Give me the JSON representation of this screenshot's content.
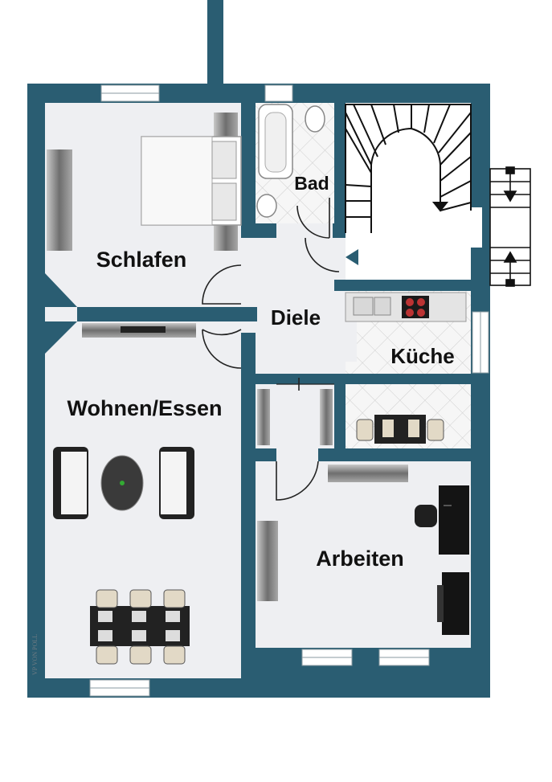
{
  "rooms": {
    "schlafen": "Schlafen",
    "bad": "Bad",
    "diele": "Diele",
    "kueche": "Küche",
    "wohnen": "Wohnen/Essen",
    "arbeiten": "Arbeiten"
  },
  "watermark": "VP VON POLL",
  "colors": {
    "wall": "#2a5d72",
    "floor": "#eeeff2",
    "tile": "#f3f3f3",
    "furniture_dark": "#2a2a2a",
    "furniture_grey": "#8a8a8a"
  }
}
